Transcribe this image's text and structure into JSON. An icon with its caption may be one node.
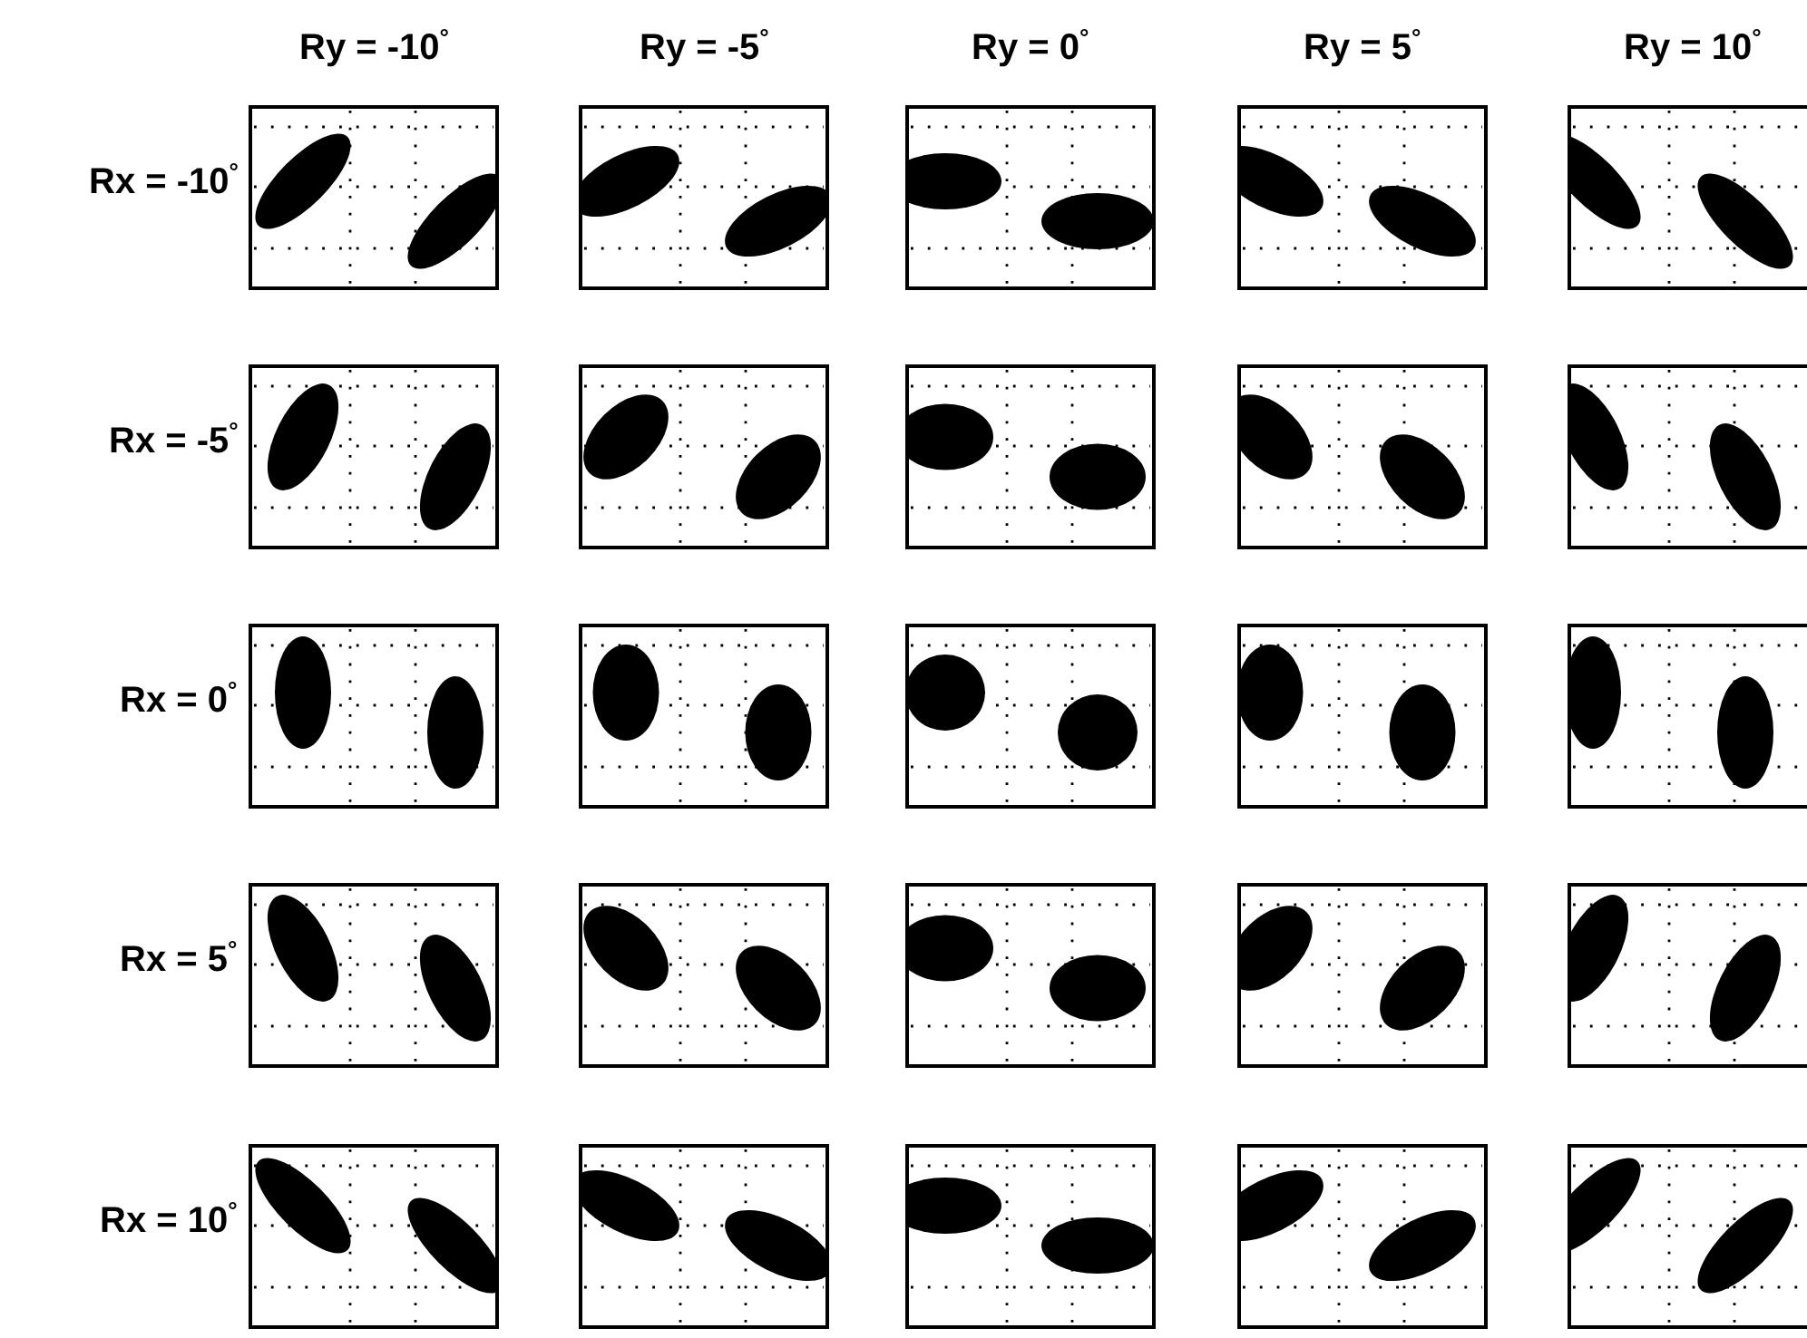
{
  "diagram": {
    "labels": [
      "Ry = -10$^{°}$",
      "Ry = -5$^{°}$",
      "Ry = 0$^{°}$",
      "Ry = 5$^{°}$",
      "Ry = 10$^{°}$",
      "Rx = -10$^{°}$",
      "Rx = -5$^{°}$",
      "Rx = 0$^{°}$",
      "Rx = 5$^{°}$",
      "Rx = 10$^{°}$"
    ]
  }
}
